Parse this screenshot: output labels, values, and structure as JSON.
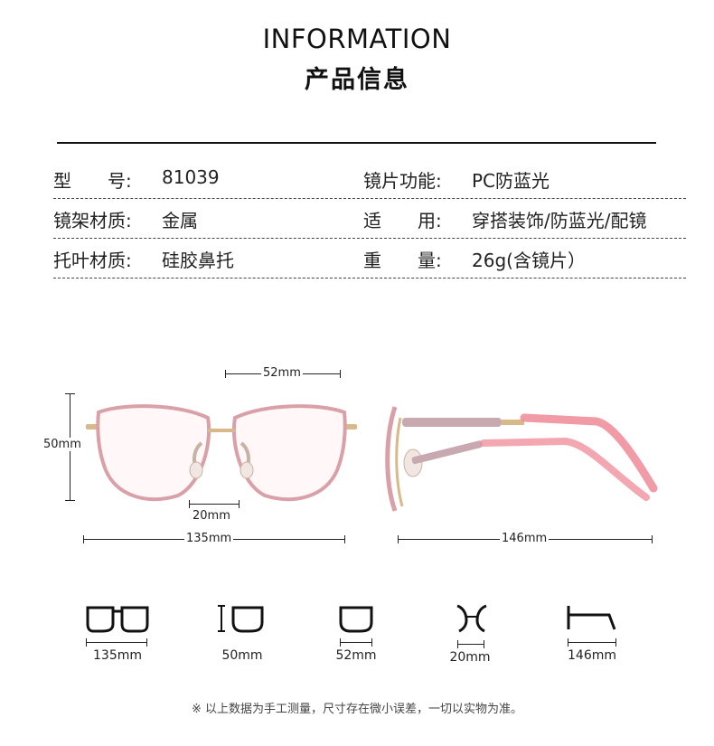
{
  "header": {
    "title_en": "INFORMATION",
    "title_cn": "产品信息"
  },
  "specs": [
    {
      "l_label": "型　　号:",
      "l_value": "81039",
      "r_label": "镜片功能:",
      "r_value": "PC防蓝光"
    },
    {
      "l_label": "镜架材质:",
      "l_value": "金属",
      "r_label": "适　　用:",
      "r_value": "穿搭装饰/防蓝光/配镜"
    },
    {
      "l_label": "托叶材质:",
      "l_value": "硅胶鼻托",
      "r_label": "重　　量:",
      "r_value": "26g(含镜片）"
    }
  ],
  "dimensions": {
    "lens_width": "52mm",
    "lens_height": "50mm",
    "bridge": "20mm",
    "frame_width": "135mm",
    "temple_length": "146mm"
  },
  "icons": [
    {
      "icon": "frame-width-icon",
      "label": "135mm"
    },
    {
      "icon": "lens-height-icon",
      "label": "50mm"
    },
    {
      "icon": "lens-width-icon",
      "label": "52mm"
    },
    {
      "icon": "bridge-icon",
      "label": "20mm"
    },
    {
      "icon": "temple-icon",
      "label": "146mm"
    }
  ],
  "note": "※ 以上数据为手工测量，尺寸存在微小误差，一切以实物为准。",
  "colors": {
    "frame": "#d9a0a8",
    "temple_tip": "#e86a7e",
    "metal": "#d9b98a"
  }
}
